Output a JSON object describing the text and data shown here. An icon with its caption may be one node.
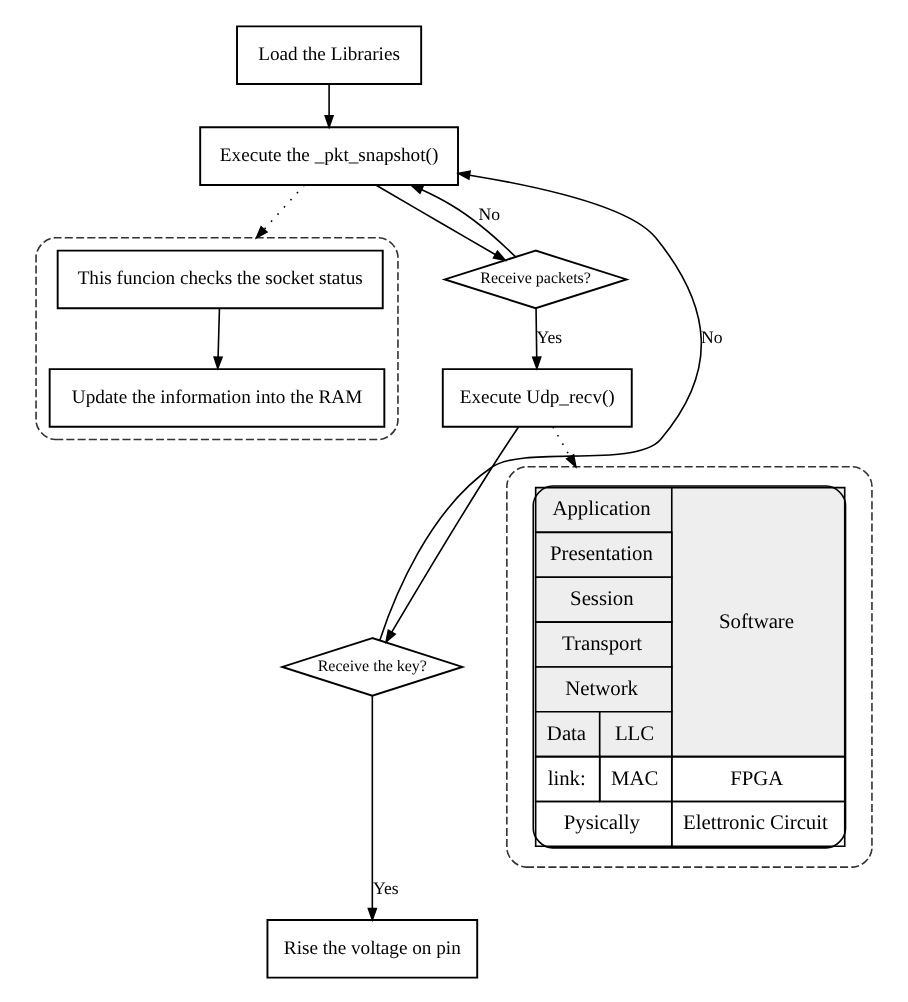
{
  "diagram": {
    "nodes": [
      {
        "text": [
          "Load the Libraries"
        ]
      },
      {
        "text": [
          "Execute the _pkt_snapshot()"
        ]
      },
      {
        "text": [],
        "shape": "bracket"
      },
      {
        "text": [
          "This funcion checks the socket status"
        ],
        "in": 2
      },
      {
        "text": [
          "Update the information into the RAM"
        ],
        "in": 2
      },
      {
        "text": [
          "Receive packets?"
        ]
      },
      {
        "text": [],
        "shape": "bracket"
      },
      {
        "text": [
          "Application",
          "Presentation",
          "Session",
          "Software",
          "Transport",
          "Network",
          "Data",
          "LLC",
          "link:",
          "MAC",
          "FPGA",
          "Pysically",
          "Elettronic Circuit"
        ],
        "in": 6
      },
      {
        "text": [
          "Execute Udp_recv()"
        ]
      },
      {
        "text": [
          "Receive the key?"
        ]
      },
      {
        "text": [
          "Rise the voltage on pin"
        ]
      }
    ],
    "edges": [
      {
        "from": 0,
        "to": 1,
        "arrow": "to"
      },
      {
        "from": 1,
        "to": 5,
        "arrow": "to"
      },
      {
        "from": 5,
        "to": 1,
        "arrow": "to",
        "label": "No"
      },
      {
        "from": 5,
        "to": 8,
        "arrow": "to",
        "label": "Yes"
      },
      {
        "from": 8,
        "to": 9,
        "arrow": "to"
      },
      {
        "from": 9,
        "to": 1,
        "arrow": "to",
        "label": "No"
      },
      {
        "from": 9,
        "to": 10,
        "arrow": "to",
        "label": "Yes"
      },
      {
        "from": 1,
        "to": 2,
        "arrow": "to",
        "style": "dashed"
      },
      {
        "from": 3,
        "to": 4,
        "arrow": "to"
      },
      {
        "from": 8,
        "to": 6,
        "arrow": "to",
        "style": "dashed"
      }
    ]
  }
}
